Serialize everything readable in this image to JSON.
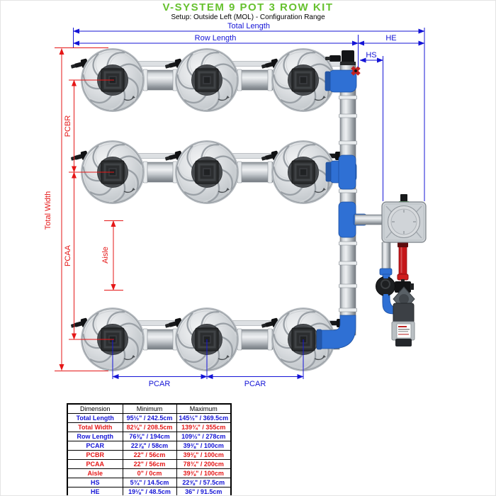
{
  "title": "V-SYSTEM 9 POT 3 ROW KIT",
  "subtitle": "Setup: Outside Left (MOL) - Configuration Range",
  "colors": {
    "title_green": "#66c12e",
    "dimension_blue": "#1414d6",
    "dimension_red": "#e51717",
    "pipe_blue": "#2f70d4",
    "pot_gray": "#c9cdd1"
  },
  "diagram": {
    "labels": {
      "total_length": "Total Length",
      "row_length": "Row Length",
      "he": "HE",
      "hs": "HS",
      "total_width": "Total Width",
      "pcbr": "PCBR",
      "pcaa": "PCAA",
      "aisle": "Aisle",
      "pcar_left": "PCAR",
      "pcar_right": "PCAR"
    }
  },
  "table": {
    "headers": [
      "Dimension",
      "Minimum",
      "Maximum"
    ],
    "rows": [
      {
        "dimension": "Total Length",
        "min": "95½\" / 242.5cm",
        "max": "145½\" / 369.5cm",
        "accent": "blue"
      },
      {
        "dimension": "Total Width",
        "min": "82⅛\" / 208.5cm",
        "max": "139¾\" / 355cm",
        "accent": "red"
      },
      {
        "dimension": "Row Length",
        "min": "76⅜\" / 194cm",
        "max": "109½\" / 278cm",
        "accent": "blue"
      },
      {
        "dimension": "PCAR",
        "min": "22⅞\" / 58cm",
        "max": "39⅜\" / 100cm",
        "accent": "blue"
      },
      {
        "dimension": "PCBR",
        "min": "22\" / 56cm",
        "max": "39⅜\" / 100cm",
        "accent": "red"
      },
      {
        "dimension": "PCAA",
        "min": "22\" / 56cm",
        "max": "78¾\" / 200cm",
        "accent": "red"
      },
      {
        "dimension": "Aisle",
        "min": "0\" / 0cm",
        "max": "39⅜\" / 100cm",
        "accent": "red"
      },
      {
        "dimension": "HS",
        "min": "5¾\" / 14.5cm",
        "max": "22⅝\" / 57.5cm",
        "accent": "blue"
      },
      {
        "dimension": "HE",
        "min": "19⅛\" / 48.5cm",
        "max": "36\" / 91.5cm",
        "accent": "blue"
      }
    ]
  }
}
